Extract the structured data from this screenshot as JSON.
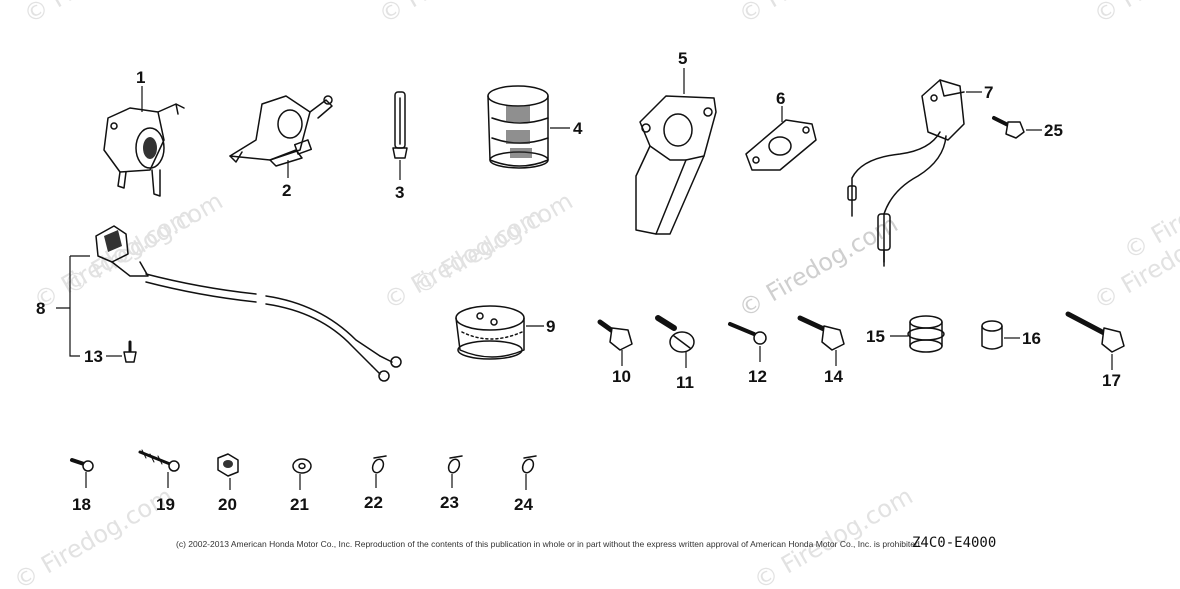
{
  "watermark": {
    "text": "© Firedog.com",
    "tiles": [
      "© Firedog.com",
      "© Firedog.com",
      "© Firedog.com",
      "© Firedog.com",
      "© Firedog.com",
      "© Firedog.com",
      "© Firedog.com",
      "© Firedog.com",
      "© Firedog.com",
      "© Firedog.com",
      "© Firedog.com",
      "© Firedog.com"
    ],
    "center": "© Firedog.com"
  },
  "callouts": [
    "1",
    "2",
    "3",
    "4",
    "5",
    "6",
    "7",
    "8",
    "9",
    "10",
    "11",
    "12",
    "13",
    "14",
    "15",
    "16",
    "17",
    "18",
    "19",
    "20",
    "21",
    "22",
    "23",
    "24",
    "25"
  ],
  "footer": {
    "copyright": "(c) 2002-2013 American Honda Motor Co., Inc. Reproduction of the contents of this publication in whole or in part without the express written approval of American Honda Motor Co., Inc. is prohibited.",
    "diagram_code": "Z4C0-E4000"
  },
  "colors": {
    "ink": "#111111",
    "watermark": "#e2e2e2",
    "background": "#ffffff"
  }
}
